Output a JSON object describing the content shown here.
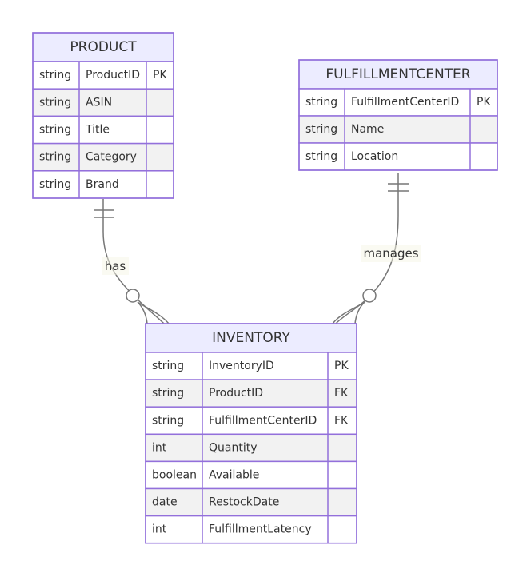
{
  "colors": {
    "header_fill": "#ECECFF",
    "border": "#9370DB",
    "row_odd": "#FFFFFF",
    "row_even": "#F2F2F2",
    "edge": "#777777",
    "label_bg": "#F5F5E6"
  },
  "entities": [
    {
      "id": "product",
      "name": "PRODUCT",
      "attributes": [
        {
          "type": "string",
          "name": "ProductID",
          "key": "PK"
        },
        {
          "type": "string",
          "name": "ASIN",
          "key": ""
        },
        {
          "type": "string",
          "name": "Title",
          "key": ""
        },
        {
          "type": "string",
          "name": "Category",
          "key": ""
        },
        {
          "type": "string",
          "name": "Brand",
          "key": ""
        }
      ]
    },
    {
      "id": "fulfillmentcenter",
      "name": "FULFILLMENTCENTER",
      "attributes": [
        {
          "type": "string",
          "name": "FulfillmentCenterID",
          "key": "PK"
        },
        {
          "type": "string",
          "name": "Name",
          "key": ""
        },
        {
          "type": "string",
          "name": "Location",
          "key": ""
        }
      ]
    },
    {
      "id": "inventory",
      "name": "INVENTORY",
      "attributes": [
        {
          "type": "string",
          "name": "InventoryID",
          "key": "PK"
        },
        {
          "type": "string",
          "name": "ProductID",
          "key": "FK"
        },
        {
          "type": "string",
          "name": "FulfillmentCenterID",
          "key": "FK"
        },
        {
          "type": "int",
          "name": "Quantity",
          "key": ""
        },
        {
          "type": "boolean",
          "name": "Available",
          "key": ""
        },
        {
          "type": "date",
          "name": "RestockDate",
          "key": ""
        },
        {
          "type": "int",
          "name": "FulfillmentLatency",
          "key": ""
        }
      ]
    }
  ],
  "relationships": [
    {
      "id": "has",
      "from": "PRODUCT",
      "to": "INVENTORY",
      "label": "has",
      "from_cardinality": "exactly-one",
      "to_cardinality": "zero-or-more"
    },
    {
      "id": "manages",
      "from": "FULFILLMENTCENTER",
      "to": "INVENTORY",
      "label": "manages",
      "from_cardinality": "exactly-one",
      "to_cardinality": "zero-or-more"
    }
  ]
}
